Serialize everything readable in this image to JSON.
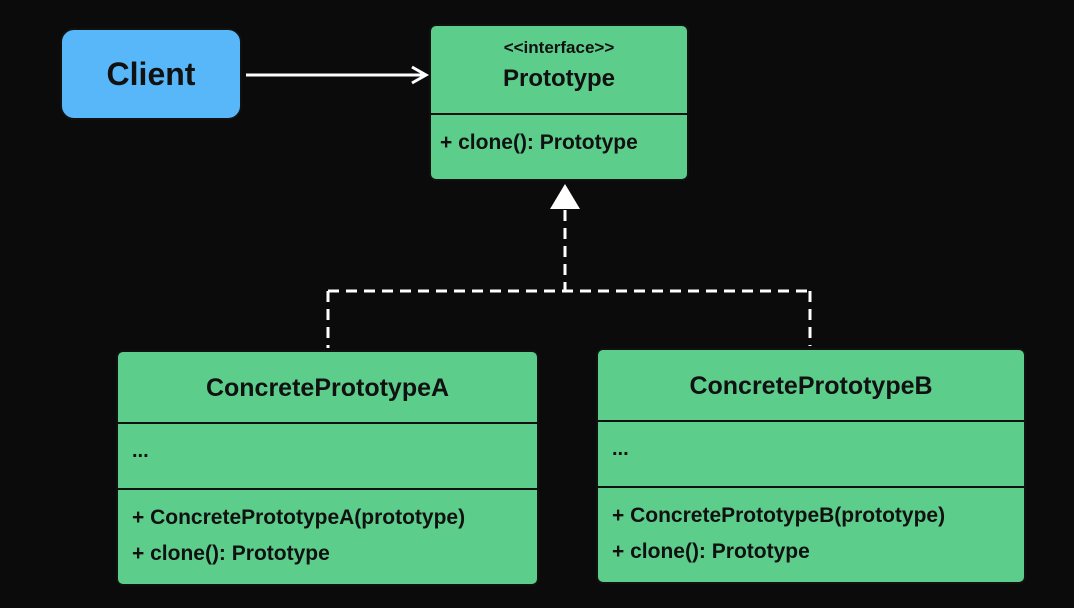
{
  "client": {
    "label": "Client"
  },
  "prototype": {
    "stereotype": "<<interface>>",
    "name": "Prototype",
    "operations": [
      "+ clone(): Prototype"
    ]
  },
  "concrete_a": {
    "name": "ConcretePrototypeA",
    "attributes": "...",
    "operations": [
      "+ ConcretePrototypeA(prototype)",
      "+ clone(): Prototype"
    ]
  },
  "concrete_b": {
    "name": "ConcretePrototypeB",
    "attributes": "...",
    "operations": [
      "+ ConcretePrototypeB(prototype)",
      "+ clone(): Prototype"
    ]
  },
  "colors": {
    "background": "#0b0b0b",
    "client": "#58b7f8",
    "class_box": "#5ccd8b",
    "connector": "#ffffff"
  }
}
